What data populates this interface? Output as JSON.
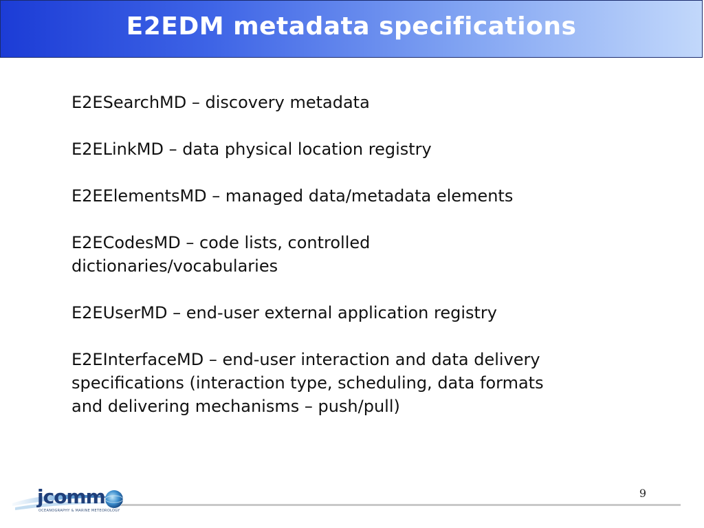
{
  "slide": {
    "title": "E2EDM metadata specifications",
    "items": [
      {
        "line1": "E2ESearchMD – discovery metadata"
      },
      {
        "line1": "E2ELinkMD – data physical location registry"
      },
      {
        "line1": "E2EElementsMD – managed data/metadata elements"
      },
      {
        "line1": "E2ECodesMD – code lists, controlled",
        "line2": "dictionaries/vocabularies"
      },
      {
        "line1": "E2EUserMD – end-user external application registry"
      },
      {
        "line1": "E2EInterfaceMD – end-user interaction and data delivery",
        "line2": "specifications (interaction type, scheduling, data formats",
        "line3": "and delivering mechanisms – push/pull)"
      }
    ],
    "page_number": "9"
  },
  "logo": {
    "wordmark": "jcomm",
    "subtitle": "OCEANOGRAPHY & MARINE METEOROLOGY"
  },
  "colors": {
    "title_gradient_start": "#1c3cd6",
    "title_gradient_end": "#c2d8fb",
    "title_text": "#ffffff",
    "body_text": "#111111",
    "logo_blue": "#1f3f7a"
  }
}
